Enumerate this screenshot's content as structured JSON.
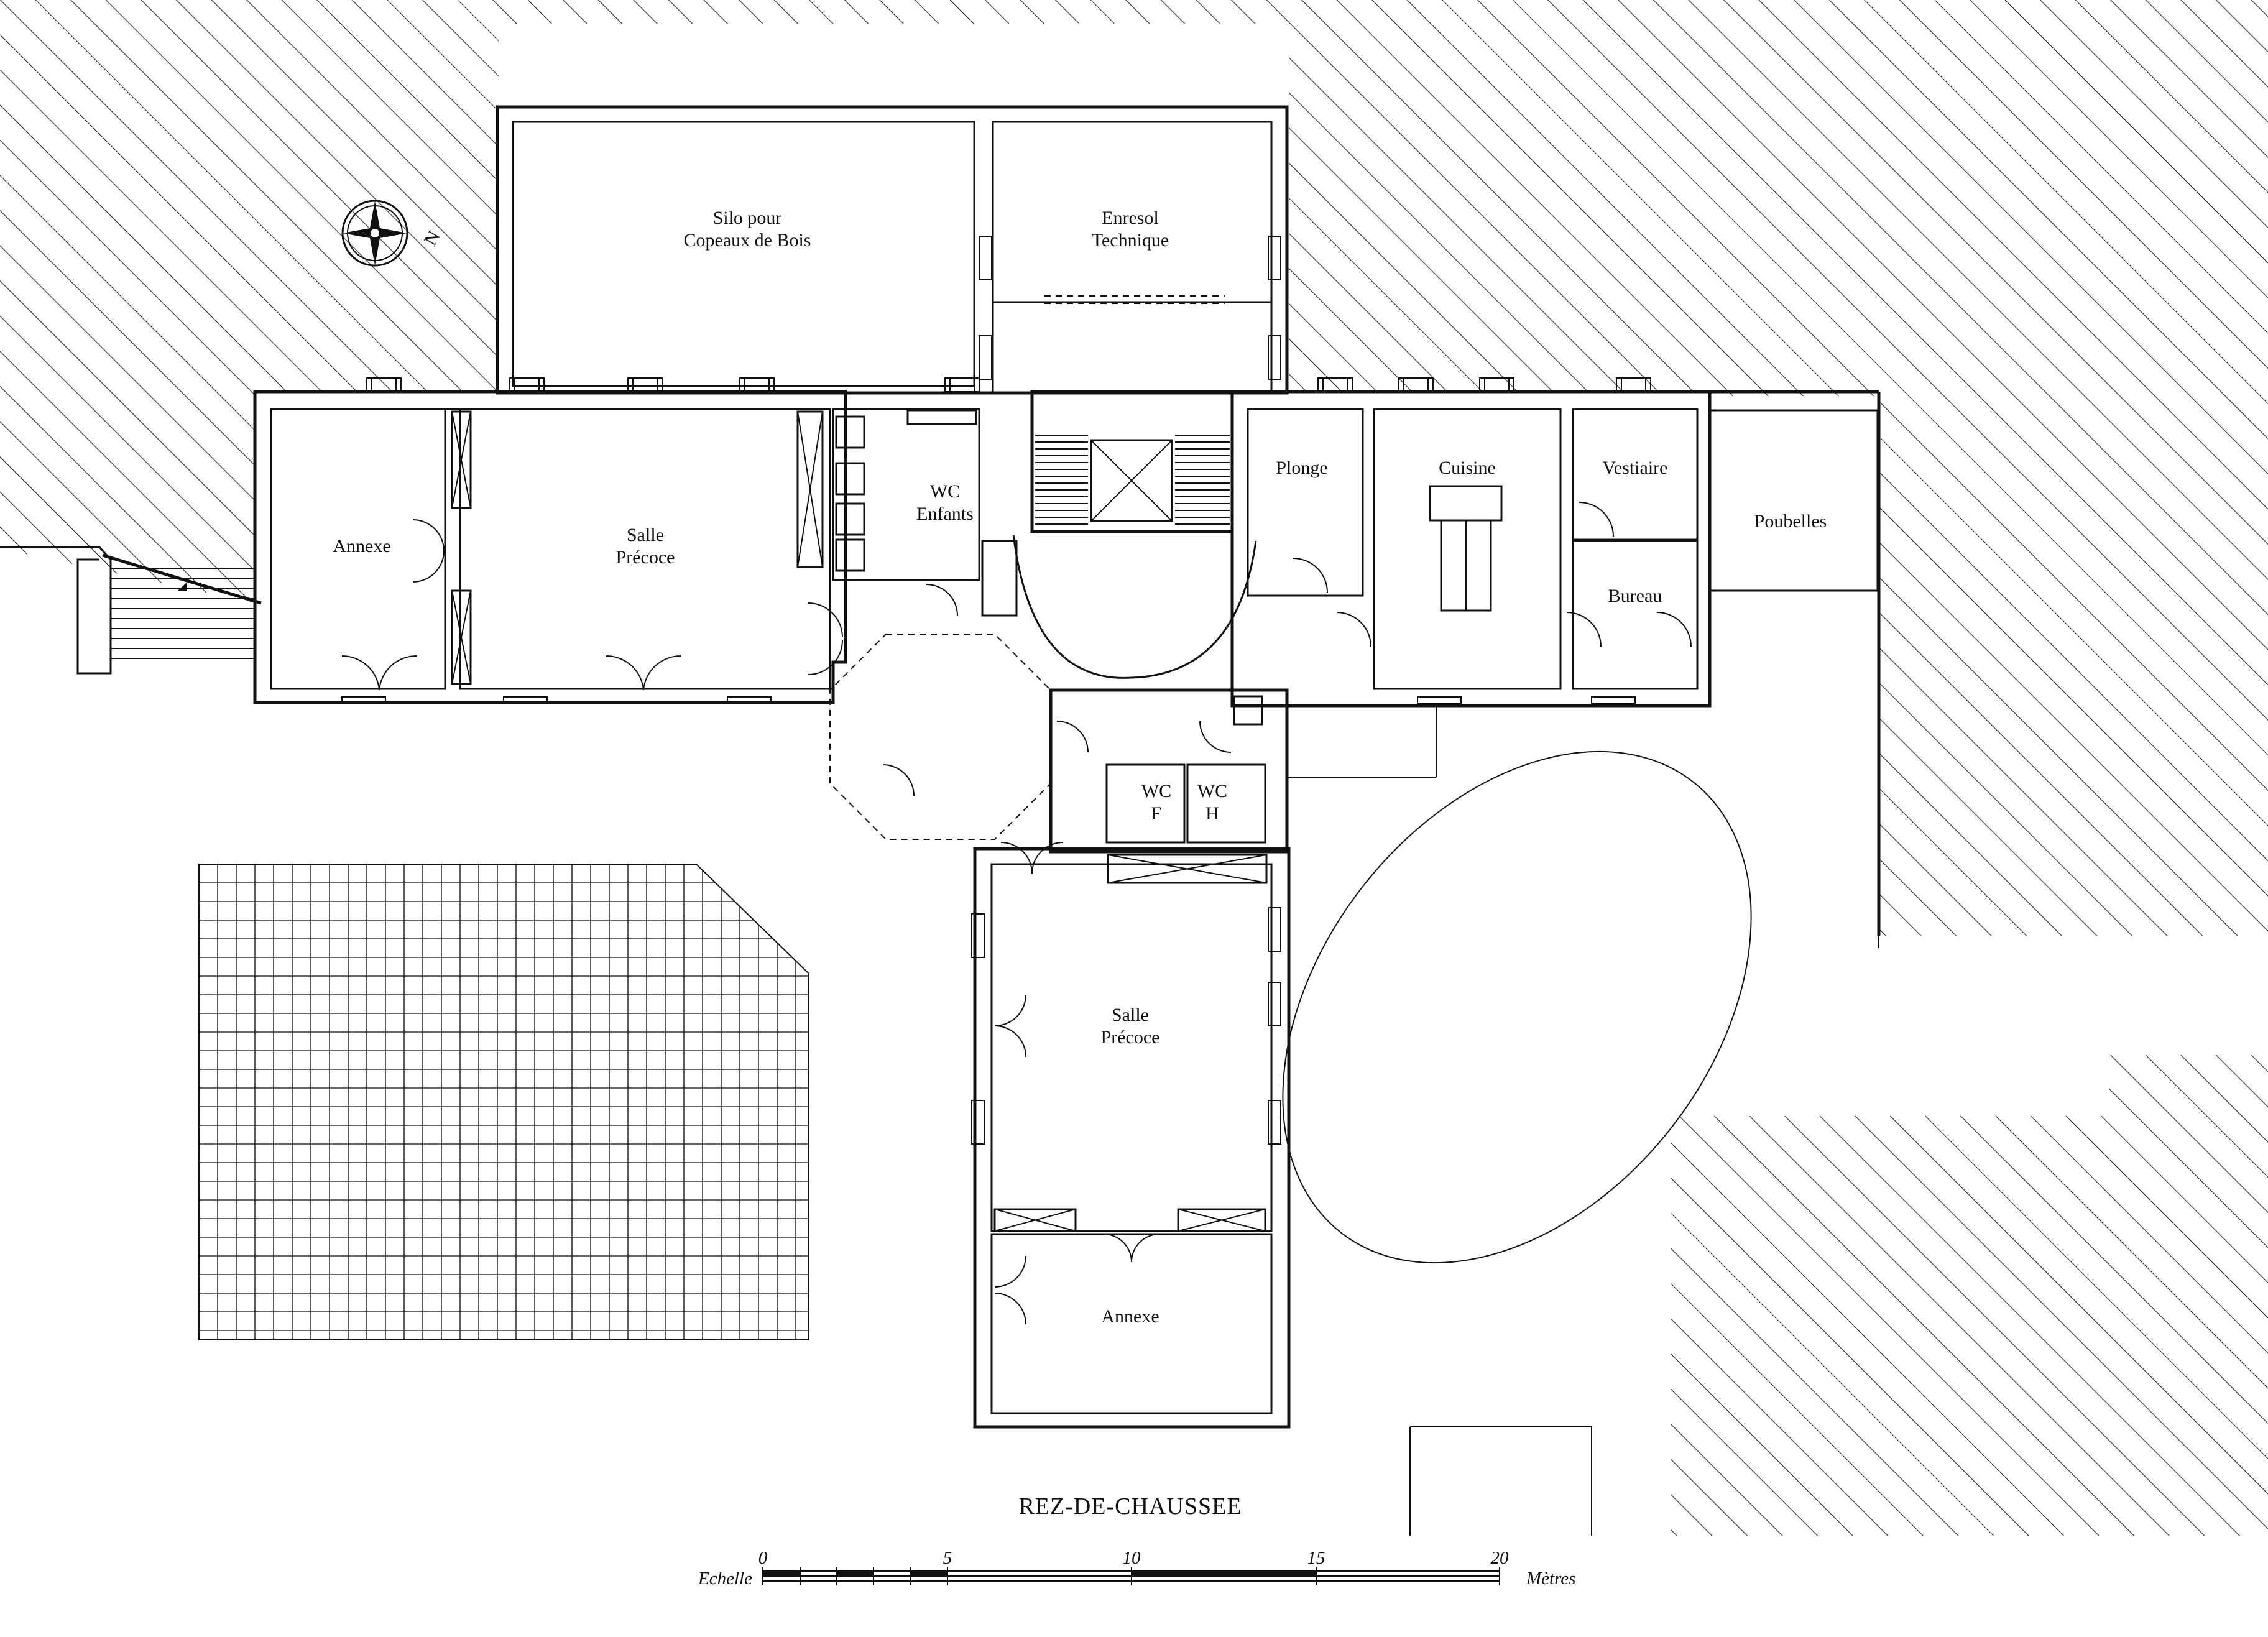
{
  "plan": {
    "title": "REZ-DE-CHAUSSEE",
    "north_label": "N",
    "rooms": {
      "silo_l1": "Silo pour",
      "silo_l2": "Copeaux de Bois",
      "enresol_l1": "Enresol",
      "enresol_l2": "Technique",
      "annexe_west": "Annexe",
      "salle_west_l1": "Salle",
      "salle_west_l2": "Précoce",
      "wc_enfants_l1": "WC",
      "wc_enfants_l2": "Enfants",
      "plonge": "Plonge",
      "cuisine": "Cuisine",
      "vestiaire": "Vestiaire",
      "poubelles": "Poubelles",
      "bureau": "Bureau",
      "wc_f_l1": "WC",
      "wc_f_l2": "F",
      "wc_h_l1": "WC",
      "wc_h_l2": "H",
      "salle_south_l1": "Salle",
      "salle_south_l2": "Précoce",
      "annexe_south": "Annexe"
    }
  },
  "scale": {
    "left_label": "Echelle",
    "unit_label": "Mètres",
    "ticks": [
      "0",
      "5",
      "10",
      "15",
      "20"
    ]
  }
}
